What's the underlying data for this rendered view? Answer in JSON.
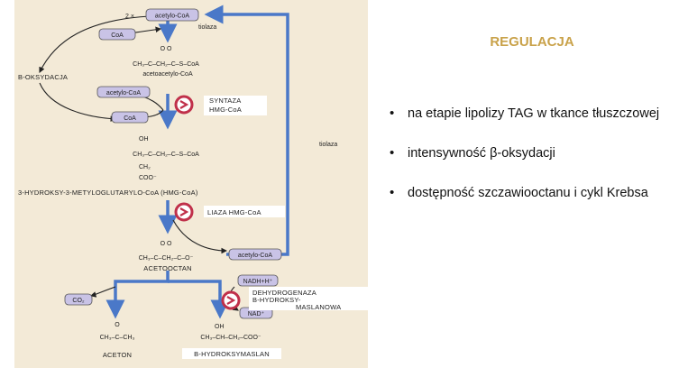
{
  "slide": {
    "title": "REGULACJA",
    "bullets": [
      "na etapie lipolizy TAG w tkance tłuszczowej",
      "intensywność β-oksydacji",
      "dostępność szczawiooctanu i cykl Krebsa"
    ]
  },
  "diagram": {
    "top_multiplier": "2 ×",
    "acetyl_coa": "acetylo-CoA",
    "acetyl_coa_2": "acetylo-CoA",
    "acetyl_coa_3": "acetylo-CoA",
    "coa": "CoA",
    "coa_2": "CoA",
    "tiolaza_1": "tiolaza",
    "tiolaza_2": "tiolaza",
    "b_oksydacja": "B-OKSYDACJA",
    "acetoacetyl_formula": "CH₃–C–CH₂–C–S–CoA",
    "acetoacetyl_name": "acetoacetylo-CoA",
    "syntaza_line1": "SYNTAZA",
    "syntaza_line2": "HMG-CoA",
    "hmg_oh": "OH",
    "hmg_formula": "CH₃–C–CH₂–C–S–CoA",
    "hmg_ch2": "CH₂",
    "hmg_coo": "COO⁻",
    "hmg_name": "3-HYDROKSY-3-METYLOGLUTARYLO-CoA (HMG-CoA)",
    "liaza": "LIAZA HMG-CoA",
    "acetooctan_formula": "CH₃–C–CH₂–C–O⁻",
    "acetooctan_name": "ACETOOCTAN",
    "nadh": "NADH+H⁺",
    "nad": "NAD⁺",
    "dehydro_line1": "DEHYDROGENAZA",
    "dehydro_line2": "B-HYDROKSY-",
    "dehydro_line3": "MASLANOWA",
    "co2": "CO₂",
    "aceton_formula": "CH₃–C–CH₃",
    "aceton_name": "ACETON",
    "bhb_oh": "OH",
    "bhb_formula": "CH₃–CH–CH₂–COO⁻",
    "bhb_name": "B-HYDROKSYMASLAN"
  }
}
